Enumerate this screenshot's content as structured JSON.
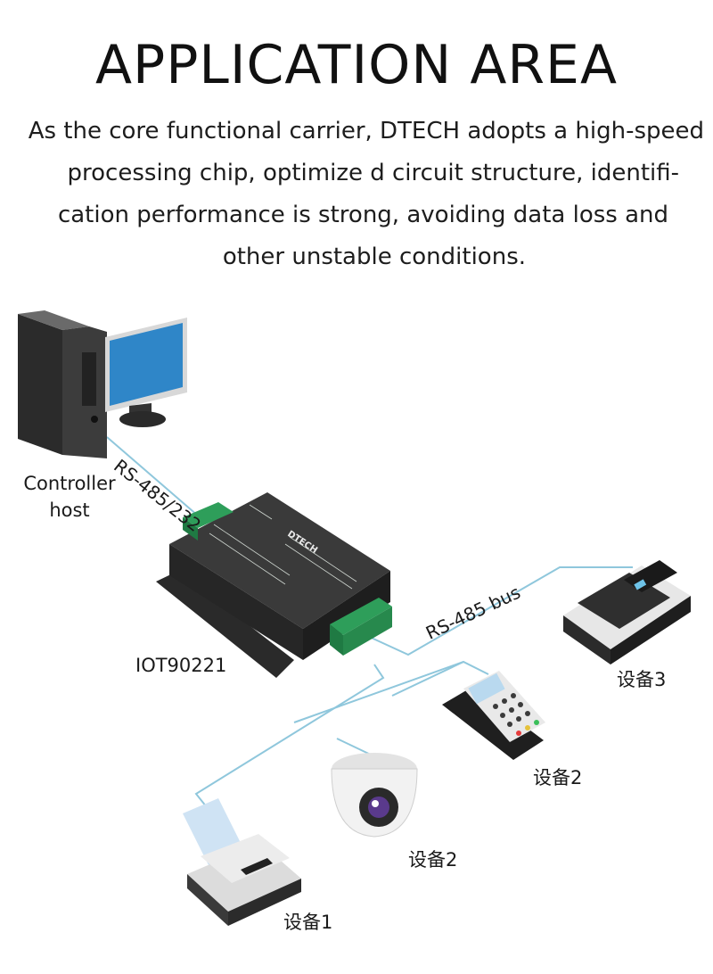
{
  "header": {
    "title": "APPLICATION AREA",
    "description_lines": [
      "As the core functional carrier, DTECH adopts a high-speed",
      "processing chip, optimize d circuit structure, identifi-",
      "cation performance is strong, avoiding data loss and",
      "other unstable conditions."
    ]
  },
  "diagram": {
    "controller_label_line1": "Controller",
    "controller_label_line2": "host",
    "link_label_top": "RS-485/232",
    "link_label_bus": "RS-485 bus",
    "hub_label": "IOT90221",
    "hub_brand": "DTECH",
    "device_labels": {
      "fax": "设备3",
      "pos_terminal": "设备2",
      "camera": "设备2",
      "printer": "设备1"
    }
  }
}
